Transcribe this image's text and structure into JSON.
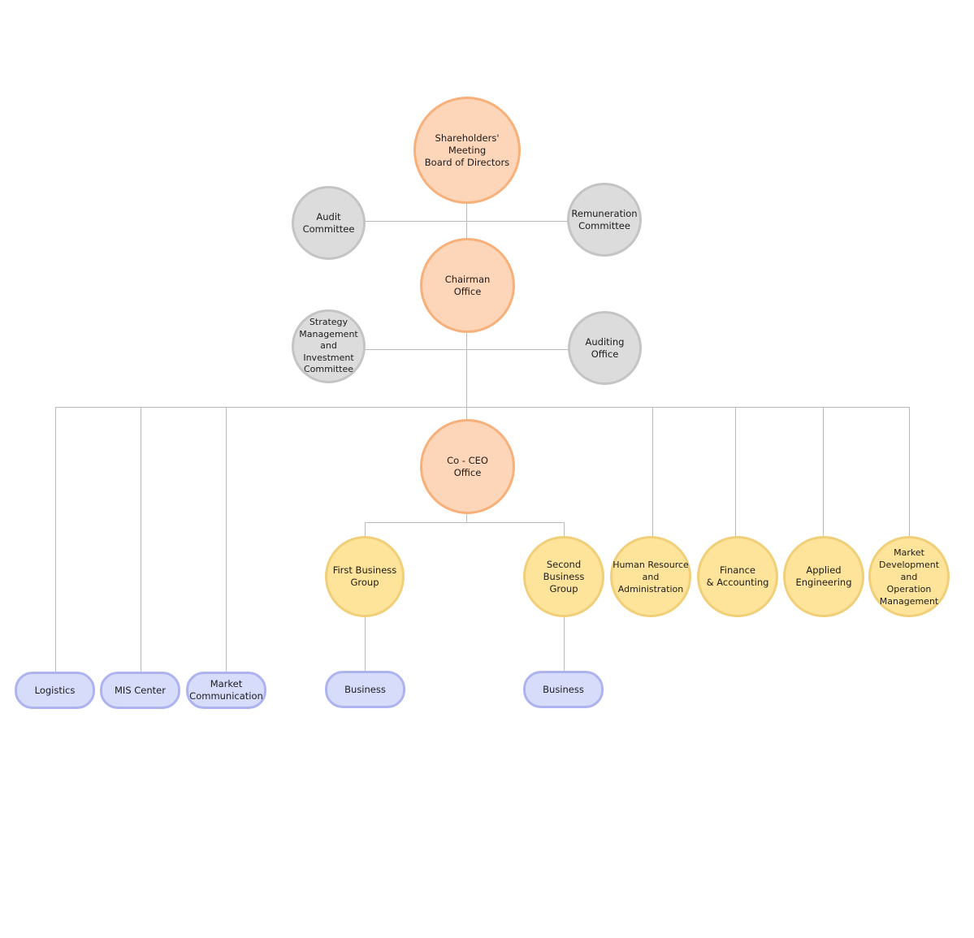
{
  "nodes": {
    "shareholders": "Shareholders' Meeting\nBoard of Directors",
    "audit_committee": "Audit\nCommittee",
    "remuneration_committee": "Remuneration\nCommittee",
    "chairman_office": "Chairman\nOffice",
    "strategy_committee": "Strategy\nManagement\nand Investment\nCommittee",
    "auditing_office": "Auditing\nOffice",
    "co_ceo_office": "Co - CEO\nOffice",
    "first_business_group": "First Business\nGroup",
    "second_business_group": "Second Business\nGroup",
    "hr_admin": "Human Resource\nand\nAdministration",
    "finance_accounting": "Finance\n& Accounting",
    "applied_engineering": "Applied\nEngineering",
    "market_dev": "Market\nDevelopment\nand\nOperation\nManagement",
    "logistics": "Logistics",
    "mis_center": "MIS Center",
    "market_communication": "Market\nCommunication",
    "business_1": "Business",
    "business_2": "Business"
  },
  "colors": {
    "top_tier_fill": "#fdd5b8",
    "top_tier_border": "#f7b07a",
    "committee_fill": "#dcdcdc",
    "committee_border": "#c4c4c4",
    "division_fill": "#fde49a",
    "division_border": "#f1cf78",
    "unit_fill": "#d8dcfb",
    "unit_border": "#acb3ef",
    "connector": "#b9b9b9"
  }
}
